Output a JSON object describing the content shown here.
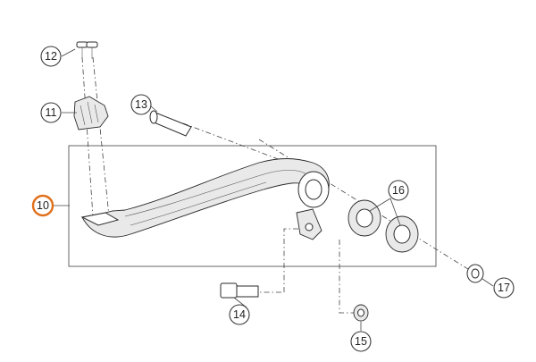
{
  "diagram": {
    "selected_color": "#e0701a",
    "callouts": [
      {
        "id": "p10",
        "label": "10",
        "selected": true
      },
      {
        "id": "p11",
        "label": "11",
        "selected": false
      },
      {
        "id": "p12",
        "label": "12",
        "selected": false
      },
      {
        "id": "p13",
        "label": "13",
        "selected": false
      },
      {
        "id": "p14",
        "label": "14",
        "selected": false
      },
      {
        "id": "p15",
        "label": "15",
        "selected": false
      },
      {
        "id": "p16",
        "label": "16",
        "selected": false
      },
      {
        "id": "p17",
        "label": "17",
        "selected": false
      }
    ]
  }
}
